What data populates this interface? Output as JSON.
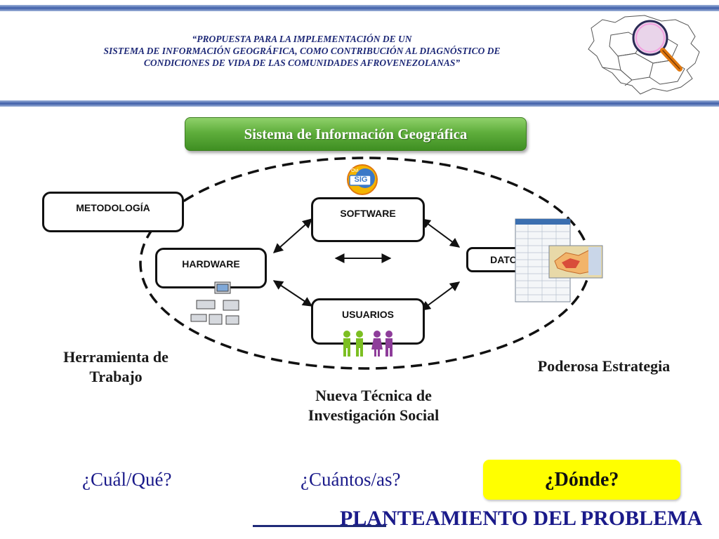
{
  "header": {
    "title_line1": "“PROPUESTA PARA LA IMPLEMENTACIÓN DE UN",
    "title_line2": "SISTEMA DE INFORMACIÓN GEOGRÁFICA, COMO CONTRIBUCIÓN AL DIAGNÓSTICO DE",
    "title_line3": "CONDICIONES DE VIDA  DE LAS COMUNIDADES AFROVENEZOLANAS”"
  },
  "banner": {
    "label": "Sistema de Información Geográfica"
  },
  "diagram": {
    "nodes": {
      "metodologia": "METODOLOGÍA",
      "software": "SOFTWARE",
      "hardware": "HARDWARE",
      "datos": "DATOS",
      "usuarios": "USUARIOS"
    },
    "sig_logo_text": "SIG",
    "sig_logo_small": "Ovi"
  },
  "captions": {
    "herramienta": [
      "Herramienta de",
      "Trabajo"
    ],
    "poderosa": "Poderosa Estrategia",
    "nueva": [
      "Nueva Técnica de",
      "Investigación Social"
    ]
  },
  "questions": {
    "cual": "¿Cuál/Qué?",
    "cuantos": "¿Cuántos/as?",
    "donde": "¿Dónde?"
  },
  "footer": {
    "title": "PLANTEAMIENTO DEL PROBLEMA"
  },
  "colors": {
    "header_blue": "#1f2a78",
    "question_blue": "#1a1a8a",
    "banner_green": "#5fae3c",
    "highlight_yellow": "#ffff00"
  }
}
